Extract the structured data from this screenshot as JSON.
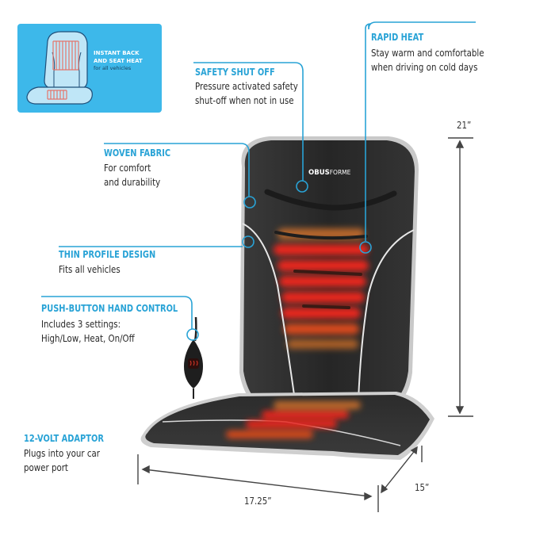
{
  "badge": {
    "title_line1": "INSTANT BACK",
    "title_line2": "AND SEAT HEAT",
    "subtitle": "for all vehicles",
    "background": "#3db8ea"
  },
  "brand": {
    "logo_bold": "OBUS",
    "logo_light": "FORME"
  },
  "callouts": [
    {
      "id": "safety",
      "heading": "SAFETY SHUT OFF",
      "lines": [
        "Pressure activated safety",
        "shut-off when not in use"
      ]
    },
    {
      "id": "rapid",
      "heading": "RAPID HEAT",
      "lines": [
        "Stay warm and comfortable",
        "when driving on cold days"
      ]
    },
    {
      "id": "woven",
      "heading": "WOVEN FABRIC",
      "lines": [
        "For comfort",
        "and durability"
      ]
    },
    {
      "id": "thin",
      "heading": "THIN PROFILE DESIGN",
      "lines": [
        "Fits all vehicles"
      ]
    },
    {
      "id": "control",
      "heading": "PUSH-BUTTON HAND CONTROL",
      "lines": [
        "Includes 3 settings:",
        "High/Low, Heat, On/Off"
      ]
    },
    {
      "id": "adaptor",
      "heading": "12-VOLT ADAPTOR",
      "lines": [
        "Plugs into your car",
        "power port"
      ]
    }
  ],
  "dimensions": {
    "height": "21”",
    "width": "17.25”",
    "depth": "15”"
  },
  "colors": {
    "accent": "#29a3d6",
    "seat": "#2b2b2b",
    "heat": "#e0281e",
    "text": "#2a2a2a"
  }
}
